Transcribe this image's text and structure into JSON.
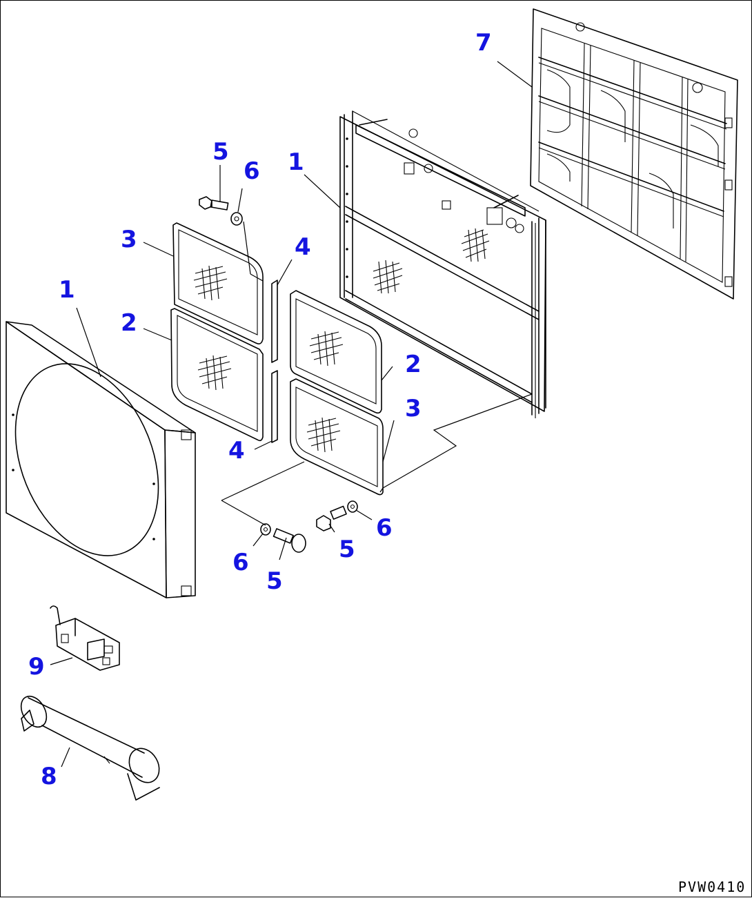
{
  "drawing_code": "PVW0410",
  "callouts": {
    "c1a": "1",
    "c1b": "1",
    "c2a": "2",
    "c2b": "2",
    "c3a": "3",
    "c3b": "3",
    "c4a": "4",
    "c4b": "4",
    "c5a": "5",
    "c5b": "5",
    "c5c": "5",
    "c6a": "6",
    "c6b": "6",
    "c6c": "6",
    "c7": "7",
    "c8": "8",
    "c9": "9"
  }
}
